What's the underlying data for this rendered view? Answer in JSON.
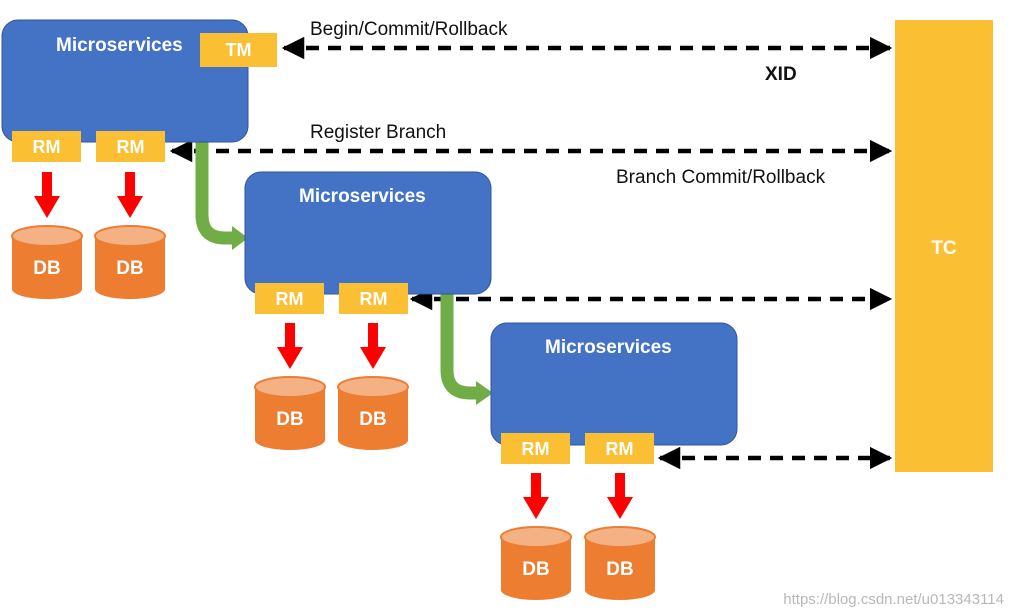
{
  "colors": {
    "microservice_fill": "#4472c4",
    "microservice_stroke": "#2f5597",
    "tm_rm_fill": "#fbbf33",
    "tc_fill": "#fbbf33",
    "db_fill": "#ed7d31",
    "db_top": "#f4b183",
    "green_arrow": "#70ad47",
    "red_arrow": "#ff0000",
    "dashed_arrow": "#000000"
  },
  "microservices": [
    {
      "title": "Microservices",
      "tm": "TM",
      "rms": [
        "RM",
        "RM"
      ],
      "dbs": [
        "DB",
        "DB"
      ]
    },
    {
      "title": "Microservices",
      "rms": [
        "RM",
        "RM"
      ],
      "dbs": [
        "DB",
        "DB"
      ]
    },
    {
      "title": "Microservices",
      "rms": [
        "RM",
        "RM"
      ],
      "dbs": [
        "DB",
        "DB"
      ]
    }
  ],
  "tc": {
    "label": "TC"
  },
  "flows": {
    "begin_commit_rollback": "Begin/Commit/Rollback",
    "xid": "XID",
    "register_branch": "Register Branch",
    "branch_commit_rollback": "Branch Commit/Rollback"
  },
  "watermark": "https://blog.csdn.net/u013343114"
}
